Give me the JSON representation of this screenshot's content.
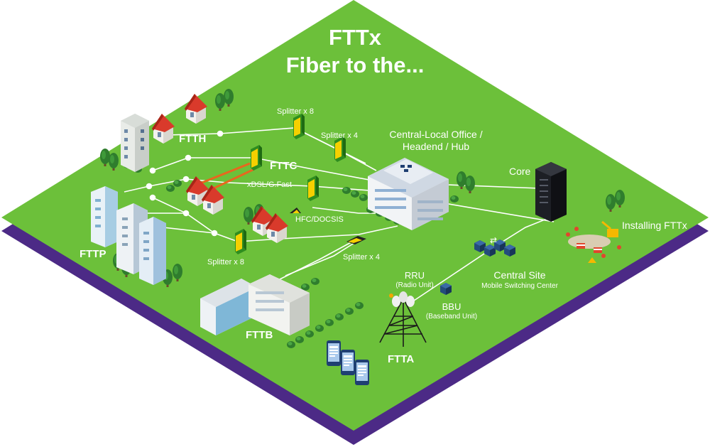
{
  "title": {
    "line1": "FTTx",
    "line2": "Fiber to the..."
  },
  "labels": {
    "ftth": "FTTH",
    "fttc": "FTTC",
    "fttp": "FTTP",
    "fttb": "FTTB",
    "ftta": "FTTA",
    "splitter_top": "Splitter x 8",
    "splitter_mid": "Splitter x 4",
    "splitter_bottom_left": "Splitter x 8",
    "splitter_bottom_right": "Splitter x 4",
    "xdsl": "xDSL/G.Fast",
    "hfc": "HFC/DOCSIS",
    "central_office_line1": "Central-Local Office /",
    "central_office_line2": "Headend / Hub",
    "core": "Core",
    "installing": "Installing FTTx",
    "rru": "RRU",
    "rru_sub": "(Radio Unit)",
    "bbu": "BBU",
    "bbu_sub": "(Baseband Unit)",
    "central_site": "Central Site",
    "central_site_sub": "Mobile Switching Center"
  },
  "colors": {
    "board_green": "#6cc03a",
    "board_purple": "#4c2a86",
    "line_white": "#ffffff",
    "splitter_green": "#2f8d1f",
    "splitter_yellow": "#f5d000",
    "copper_orange": "#e8671e",
    "roof_red": "#d93a2b",
    "server_dark": "#1d1f25",
    "navy_box": "#244c7c",
    "tree_green": "#2f7d2d"
  }
}
